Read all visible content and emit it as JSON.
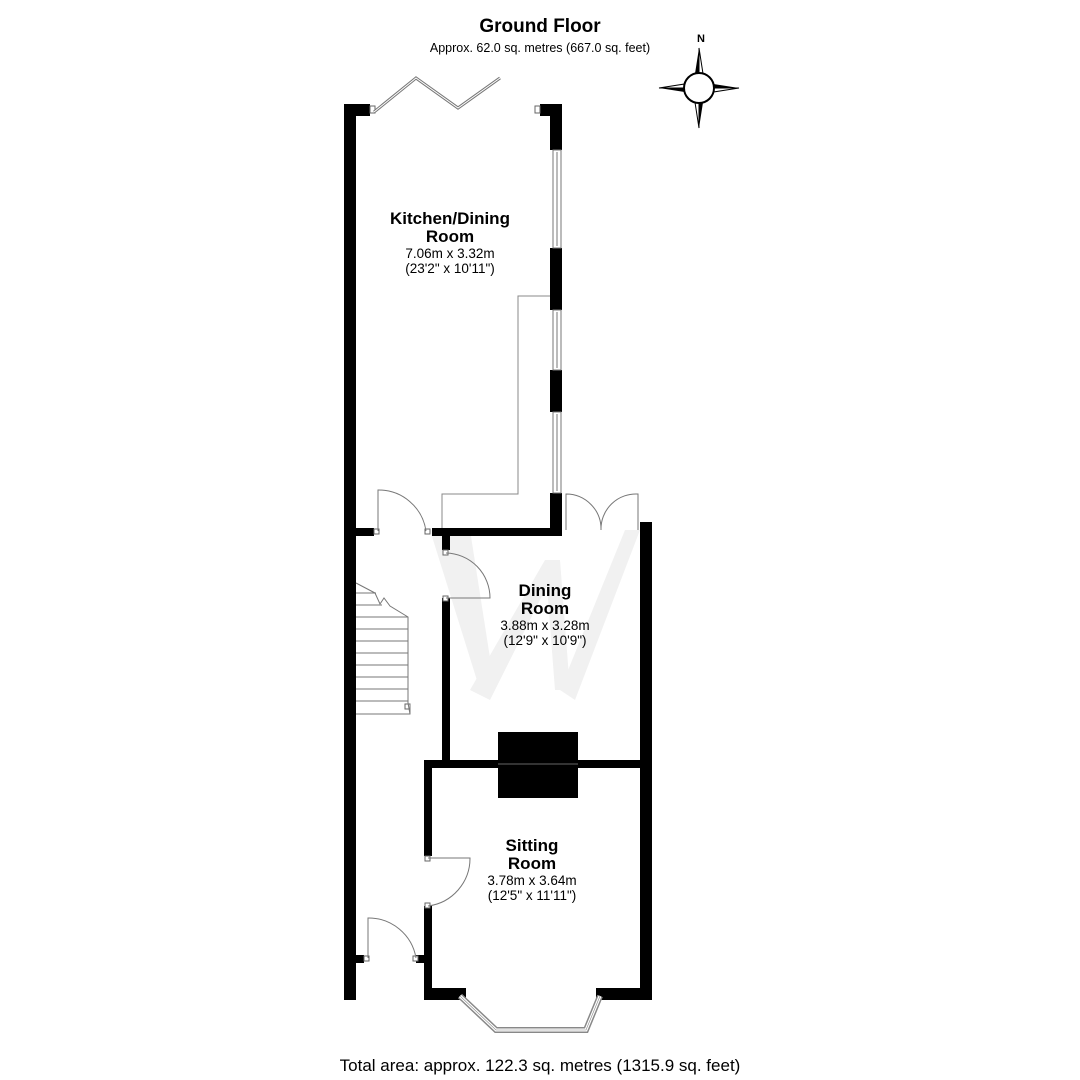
{
  "header": {
    "title": "Ground Floor",
    "subtitle": "Approx. 62.0 sq. metres (667.0 sq. feet)"
  },
  "compass": {
    "icon": "compass-rose-icon",
    "north_label": "N"
  },
  "rooms": [
    {
      "name_line1": "Kitchen/Dining",
      "name_line2": "Room",
      "metric": "7.06m x 3.32m",
      "imperial": "(23'2\" x 10'11\")"
    },
    {
      "name_line1": "Dining",
      "name_line2": "Room",
      "metric": "3.88m x 3.28m",
      "imperial": "(12'9\" x 10'9\")"
    },
    {
      "name_line1": "Sitting",
      "name_line2": "Room",
      "metric": "3.78m x 3.64m",
      "imperial": "(12'5\" x 11'11\")"
    }
  ],
  "footer": {
    "total_area": "Total area: approx. 122.3 sq. metres (1315.9 sq. feet)"
  },
  "colors": {
    "wall": "#000000",
    "background": "#ffffff",
    "fixture_line": "#7a7a7a",
    "watermark": "#f1f1f1"
  }
}
